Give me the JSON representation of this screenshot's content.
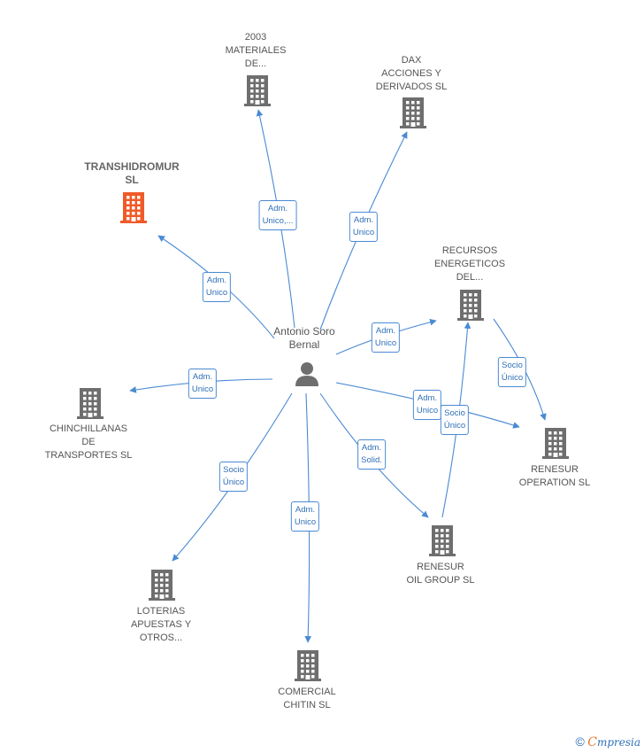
{
  "center": {
    "label": "Antonio Soro\nBernal",
    "icon": "person-icon"
  },
  "nodes": [
    {
      "id": "materiales",
      "label": "2003\nMATERIALES\nDE...",
      "highlight": false
    },
    {
      "id": "dax",
      "label": "DAX\nACCIONES Y\nDERIVADOS  SL",
      "highlight": false
    },
    {
      "id": "transhidromur",
      "label": "TRANSHIDROMUR\nSL",
      "highlight": true
    },
    {
      "id": "recursos",
      "label": "RECURSOS\nENERGETICOS\nDEL...",
      "highlight": false
    },
    {
      "id": "chinchillanas",
      "label": "CHINCHILLANAS\nDE\nTRANSPORTES SL",
      "highlight": false
    },
    {
      "id": "renesur_op",
      "label": "RENESUR\nOPERATION  SL",
      "highlight": false
    },
    {
      "id": "renesur_oil",
      "label": "RENESUR\nOIL GROUP  SL",
      "highlight": false
    },
    {
      "id": "loterias",
      "label": "LOTERIAS\nAPUESTAS Y\nOTROS...",
      "highlight": false
    },
    {
      "id": "comercial",
      "label": "COMERCIAL\nCHITIN  SL",
      "highlight": false
    }
  ],
  "edges": [
    {
      "from": "center",
      "to": "materiales",
      "label": "Adm.\nUnico,..."
    },
    {
      "from": "center",
      "to": "dax",
      "label": "Adm.\nUnico"
    },
    {
      "from": "center",
      "to": "transhidromur",
      "label": "Adm.\nUnico"
    },
    {
      "from": "center",
      "to": "recursos",
      "label": "Adm.\nUnico"
    },
    {
      "from": "center",
      "to": "chinchillanas",
      "label": "Adm.\nUnico"
    },
    {
      "from": "center",
      "to": "renesur_op",
      "label": "Adm.\nUnico"
    },
    {
      "from": "center",
      "to": "renesur_oil",
      "label": "Adm.\nSolid."
    },
    {
      "from": "center",
      "to": "loterias",
      "label": "Socio\nÚnico"
    },
    {
      "from": "center",
      "to": "comercial",
      "label": "Adm.\nUnico"
    },
    {
      "from": "recursos",
      "to": "renesur_op",
      "label": "Socio\nÚnico"
    },
    {
      "from": "renesur_oil",
      "to": "recursos",
      "label": "Socio\nÚnico"
    }
  ],
  "colors": {
    "edge": "#4a8ad4",
    "building": "#6e6e6e",
    "highlight": "#f05a28",
    "person": "#6e6e6e"
  },
  "footer": {
    "copyright": "©",
    "brand_first": "C",
    "brand_rest": "mpresia"
  }
}
